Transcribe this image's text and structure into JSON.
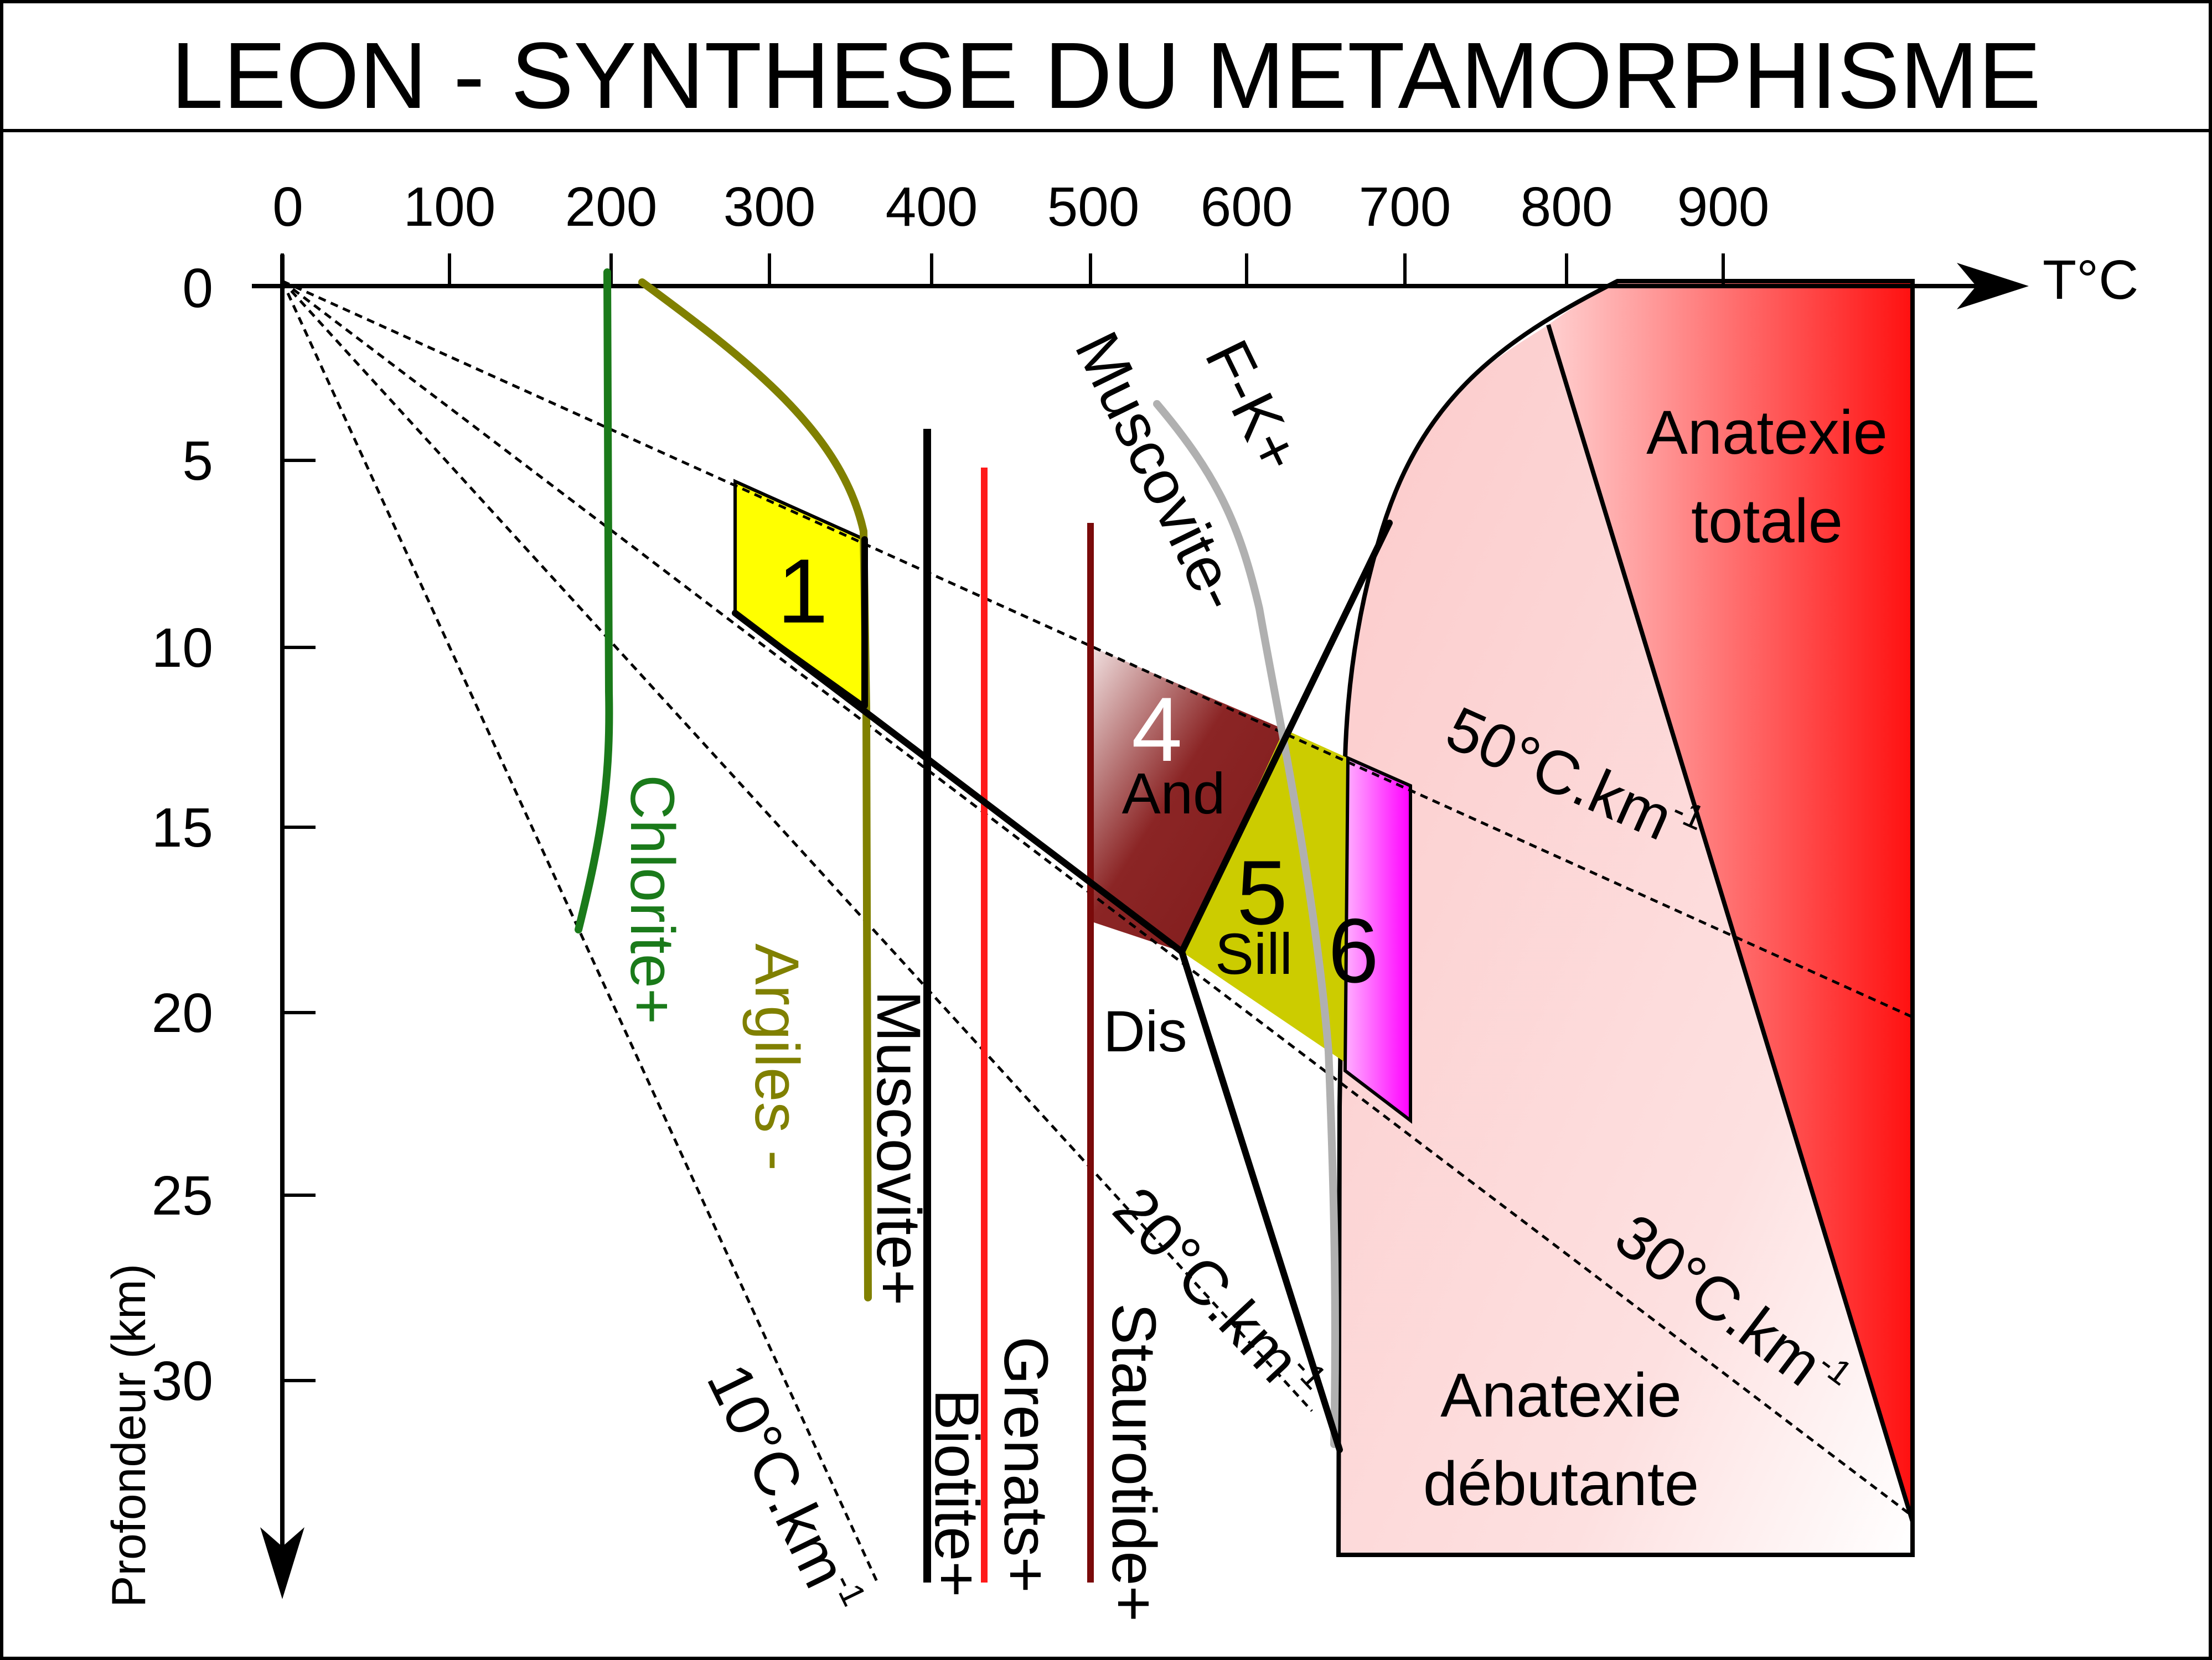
{
  "title": "LEON - SYNTHESE DU METAMORPHISME",
  "axes": {
    "x": {
      "label": "T°C",
      "ticks": [
        "0",
        "100",
        "200",
        "300",
        "400",
        "500",
        "600",
        "700",
        "800",
        "900"
      ]
    },
    "y": {
      "label": "Profondeur (km)",
      "ticks": [
        "0",
        "5",
        "10",
        "15",
        "20",
        "25",
        "30"
      ]
    }
  },
  "isograds": {
    "chlorite": "Chlorite+",
    "argiles": "Argiles -",
    "muscovite_plus": "Muscovite+",
    "biotite": "Biotite+",
    "grenats": "Grenats+",
    "staurotide": "Staurotide+",
    "muscovite_minus": "Muscovite-",
    "fk": "F-K+"
  },
  "geotherms": {
    "g10": "10°C.km",
    "g20": "20°C.km",
    "g30": "30°C.km",
    "g50": "50°C.km",
    "exponent": "-1"
  },
  "zones": {
    "z1": "1",
    "z4": "4",
    "and": "And",
    "z5": "5",
    "sill": "Sill",
    "z6": "6",
    "dis": "Dis"
  },
  "anatexie": {
    "totale_line1": "Anatexie",
    "totale_line2": "totale",
    "debutante_line1": "Anatexie",
    "debutante_line2": "débutante"
  },
  "colors": {
    "chlorite": "#1a7a1a",
    "argiles": "#808000",
    "grenats": "#ff1a1a",
    "staurotide": "#7a0a0a",
    "muscovite_minus": "#b0b0b0",
    "zone1": "#ffff00",
    "zone5": "#cccc00",
    "zone6": "#ff00ff",
    "zone4": "#8b2222",
    "anatexie_debutante": "#fcd0d0",
    "anatexie_totale": "#ff2020"
  }
}
